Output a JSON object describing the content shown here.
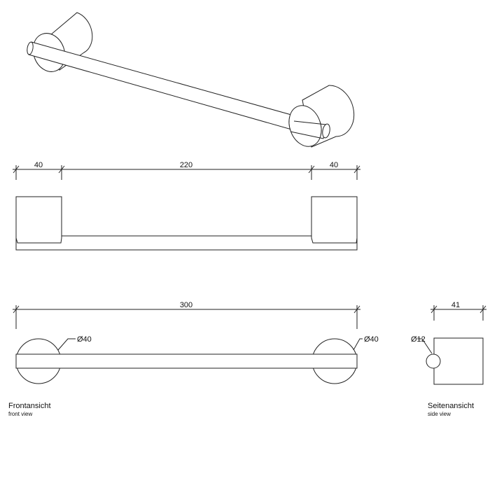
{
  "dimensions": {
    "top_left_holder": "40",
    "top_span": "220",
    "top_right_holder": "40",
    "front_total": "300",
    "front_left_diameter": "Ø40",
    "front_right_diameter": "Ø40",
    "side_depth": "41",
    "side_bar_diameter": "Ø12"
  },
  "labels": {
    "front_title": "Frontansicht",
    "front_subtitle": "front view",
    "side_title": "Seitenansicht",
    "side_subtitle": "side view"
  }
}
